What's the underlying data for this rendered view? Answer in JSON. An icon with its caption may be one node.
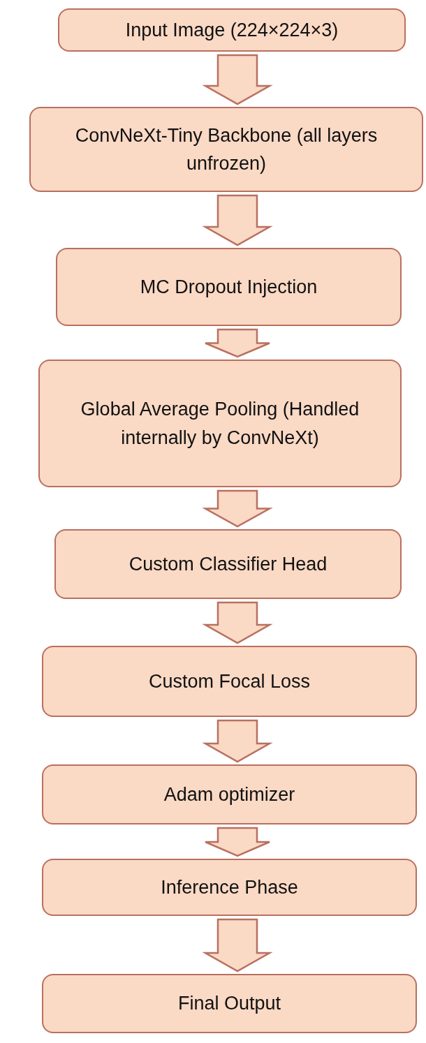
{
  "diagram": {
    "nodes": [
      {
        "text": [
          "Input Image (224×224×3)"
        ]
      },
      {
        "text": [
          "ConvNeXt-Tiny Backbone (all layers unfrozen)"
        ]
      },
      {
        "text": [
          "MC Dropout Injection"
        ]
      },
      {
        "text": [
          "Global Average Pooling (Handled internally by ConvNeXt)"
        ]
      },
      {
        "text": [
          "Custom Classifier Head"
        ]
      },
      {
        "text": [
          "Custom Focal Loss"
        ]
      },
      {
        "text": [
          "Adam optimizer"
        ]
      },
      {
        "text": [
          "Inference Phase"
        ]
      },
      {
        "text": [
          "Final Output"
        ]
      }
    ],
    "edges": [
      {
        "from": 0,
        "to": 1,
        "arrow": "to"
      },
      {
        "from": 1,
        "to": 2,
        "arrow": "to"
      },
      {
        "from": 2,
        "to": 3,
        "arrow": "to"
      },
      {
        "from": 3,
        "to": 4,
        "arrow": "to"
      },
      {
        "from": 4,
        "to": 5,
        "arrow": "to"
      },
      {
        "from": 5,
        "to": 6,
        "arrow": "to"
      },
      {
        "from": 6,
        "to": 7,
        "arrow": "to"
      },
      {
        "from": 7,
        "to": 8,
        "arrow": "to"
      }
    ]
  }
}
